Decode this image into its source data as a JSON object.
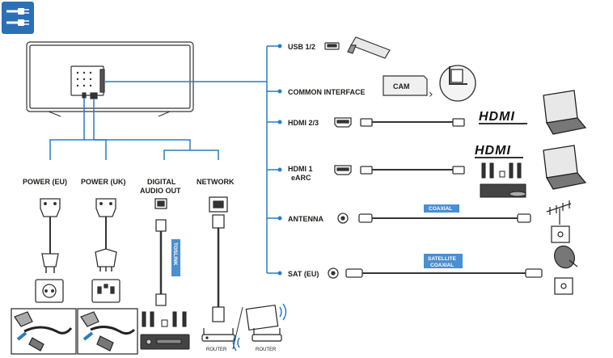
{
  "header": {
    "icon": "cable-connection-icon"
  },
  "colors": {
    "line": "#2b7bc0",
    "tag_bg": "#4a8fd0",
    "device": "#333333"
  },
  "tv": {
    "ports_note": ""
  },
  "left_ports": {
    "power_eu": "POWER (EU)",
    "power_uk": "POWER (UK)",
    "digital_audio_out_line1": "DIGITAL",
    "digital_audio_out_line2": "AUDIO OUT",
    "network": "NETWORK",
    "toslink": "TOSLINK"
  },
  "router": {
    "label_wired": "ROUTER",
    "label_wireless": "ROUTER"
  },
  "right_ports": {
    "usb": "USB 1/2",
    "common_interface": "COMMON INTERFACE",
    "cam": "CAM",
    "hdmi23": "HDMI 2/3",
    "hdmi1_line1": "HDMI 1",
    "hdmi1_line2": "eARC",
    "antenna": "ANTENNA",
    "coaxial": "COAXIAL",
    "sat": "SAT (EU)",
    "satellite_line1": "SATELLITE",
    "satellite_line2": "COAXIAL"
  },
  "logos": {
    "hdmi": "HDMI"
  }
}
